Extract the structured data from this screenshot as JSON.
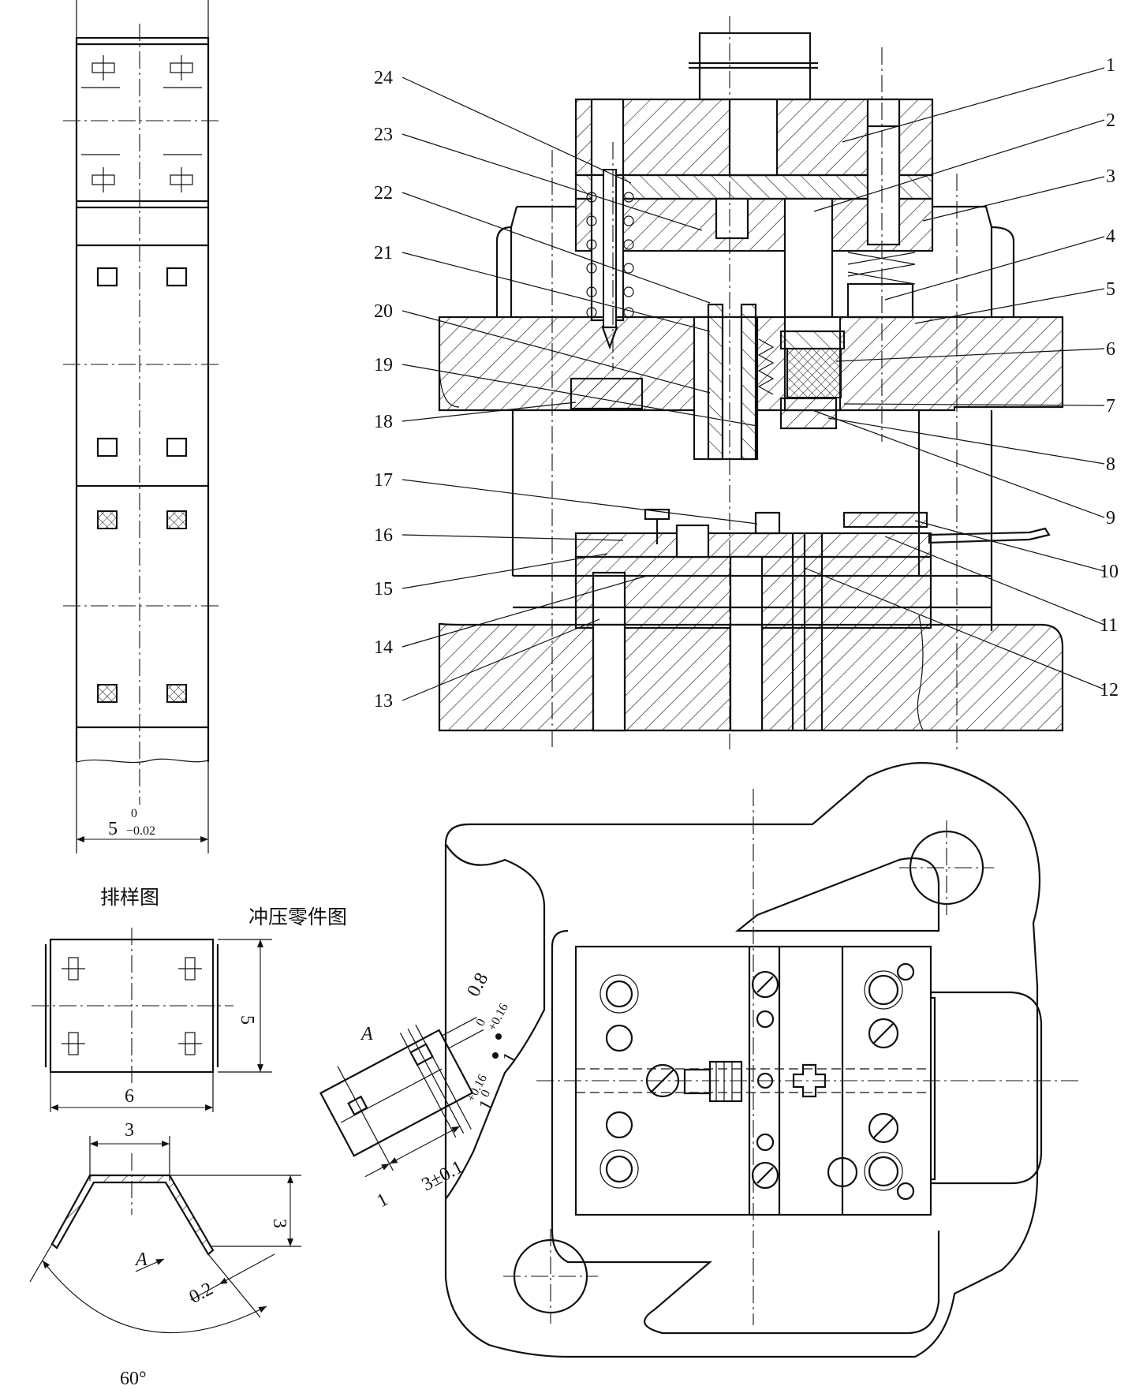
{
  "captions": {
    "layout": "排样图",
    "part": "冲压零件图"
  },
  "part_labels": [
    "1",
    "2",
    "3",
    "4",
    "5",
    "6",
    "7",
    "8",
    "9",
    "10",
    "11",
    "12",
    "13",
    "14",
    "15",
    "16",
    "17",
    "18",
    "19",
    "20",
    "21",
    "22",
    "23",
    "24"
  ],
  "dimensions": {
    "strip_width": "5",
    "strip_tol_upper": "0",
    "strip_tol_lower": "−0.02",
    "blank_height": "5",
    "blank_width": "6",
    "part_top": "3",
    "part_height": "3",
    "thickness": "0.2",
    "angle": "60°",
    "view_a": "A",
    "view_a_arrow": "A",
    "slot_width": "0.8",
    "slot_tol": "+0.16",
    "slot_tol_lower": "0",
    "slot_len": "1",
    "hole_size": "1",
    "hole_tol": "+0.16",
    "hole_tol_lower": "0",
    "edge": "1",
    "pitch": "3±0.1"
  }
}
